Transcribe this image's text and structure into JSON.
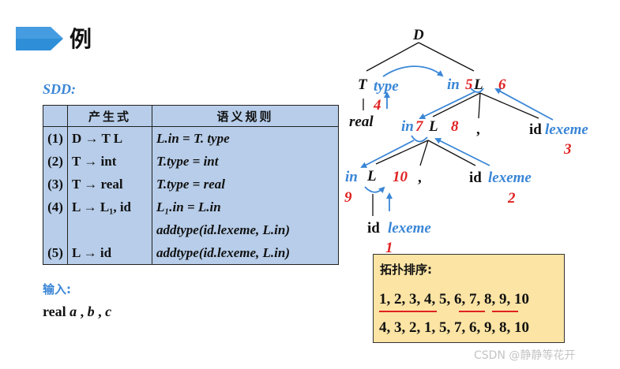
{
  "title": "例",
  "sdd": {
    "label": "SDD:",
    "headers": [
      "产生式",
      "语义规则"
    ],
    "rows": [
      {
        "num": "(1)",
        "production": "D → T L",
        "rule": "L.in = T. type"
      },
      {
        "num": "(2)",
        "production": "T → int",
        "rule": "T.type = int"
      },
      {
        "num": "(3)",
        "production": "T → real",
        "rule": "T.type = real"
      },
      {
        "num": "(4)",
        "production": "L → L₁, id",
        "rule": "L₁.in = L.in"
      },
      {
        "num": "",
        "production": "",
        "rule": "addtype(id.lexeme, L.in)"
      },
      {
        "num": "(5)",
        "production": "L → id",
        "rule": "addtype(id.lexeme, L.in)"
      }
    ]
  },
  "input": {
    "label": "输入:",
    "value_prefix": "real ",
    "value_a": "a",
    "sep1": " , ",
    "value_b": "b",
    "sep2": " , ",
    "value_c": "c"
  },
  "tree": {
    "nodes": {
      "D": "D",
      "T": "T",
      "L_top": "L",
      "real": "real",
      "L_mid": "L",
      "comma_top": ",",
      "id_top": "id",
      "L_low": "L",
      "comma_mid": ",",
      "id_mid": "id",
      "id_low": "id"
    },
    "attributes": {
      "type": "type",
      "in_top": "in",
      "in_mid": "in",
      "in_low": "in",
      "lexeme_top": "lexeme",
      "lexeme_mid": "lexeme",
      "lexeme_low": "lexeme"
    },
    "numbers": {
      "n1": "1",
      "n2": "2",
      "n3": "3",
      "n4": "4",
      "n5": "5",
      "n6": "6",
      "n7": "7",
      "n8": "8",
      "n9": "9",
      "n10": "10"
    }
  },
  "topo": {
    "title": "拓扑排序:",
    "seq1": "1, 2, 3, 4, 5, 6, 7, 8, 9, 10",
    "seq2": "4, 3, 2, 1, 5, 7, 6, 9, 8, 10"
  },
  "watermark": "CSDN @静静等花开",
  "colors": {
    "accent_blue": "#3a86d6",
    "number_red": "#e02020",
    "table_bg": "#b7cde9",
    "topo_bg": "#fbe4a4",
    "banner_blue": "#2e8fd8"
  }
}
